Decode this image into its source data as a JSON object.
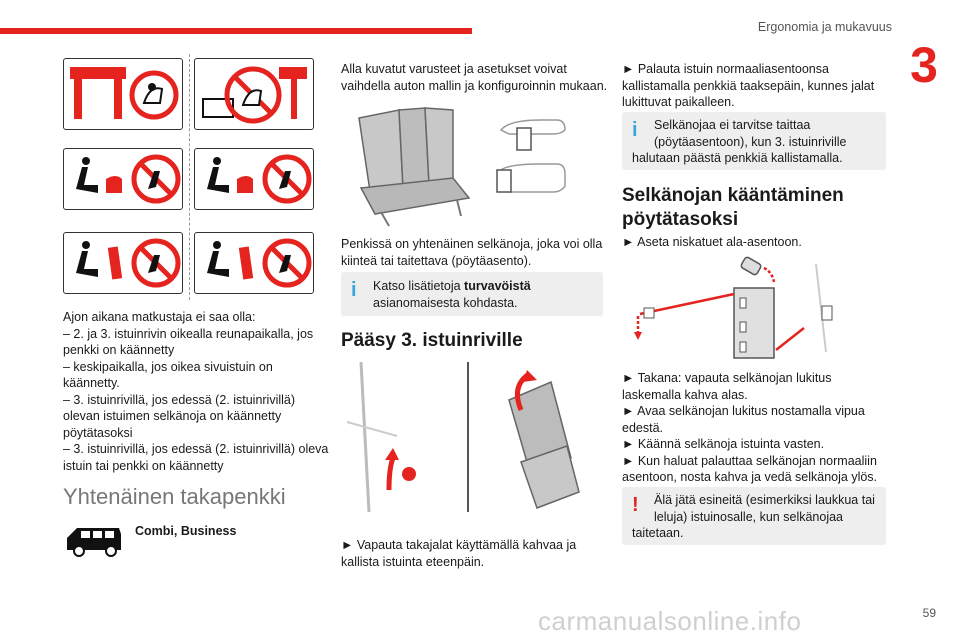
{
  "header": {
    "title": "Ergonomia ja mukavuus",
    "chapter": "3"
  },
  "left": {
    "text_lines": [
      "Ajon aikana matkustaja ei saa olla:",
      "–  2. ja 3. istuinrivin oikealla reunapaikalla, jos",
      "penkki on käännetty",
      "–  keskipaikalla, jos oikea sivuistuin on",
      "käännetty.",
      "–  3. istuinrivillä, jos edessä (2. istuinrivillä)",
      "olevan istuimen selkänoja on käännetty",
      "pöytätasoksi",
      "–  3. istuinrivillä, jos edessä (2. istuinrivillä) oleva",
      "istuin tai penkki on käännetty"
    ],
    "section_title": "Yhtenäinen takapenkki",
    "models_a": "Combi",
    "models_sep": ", ",
    "models_b": "Business"
  },
  "middle": {
    "intro_lines": [
      "Alla kuvatut varusteet ja asetukset voivat",
      "vaihdella auton mallin ja konfiguroinnin mukaan."
    ],
    "bench_lines": [
      "Penkissä on yhtenäinen selkänoja, joka voi olla",
      "kiinteä tai taitettava (pöytäasento)."
    ],
    "info1_a": "Katso lisätietoja ",
    "info1_bold": "turvavöistä",
    "info1_b": "asianomaisesta kohdasta.",
    "section_title": "Pääsy 3. istuinriville",
    "step_lines": [
      "►  Vapauta takajalat käyttämällä kahvaa ja",
      "kallista istuinta eteenpäin."
    ]
  },
  "right": {
    "intro_lines": [
      "►  Palauta istuin normaaliasentoonsa",
      "kallistamalla penkkiä taaksepäin, kunnes jalat",
      "lukittuvat paikalleen."
    ],
    "info_lines": [
      "Selkänojaa ei tarvitse taittaa",
      "(pöytäasentoon), kun 3. istuinriville",
      "halutaan päästä penkkiä kallistamalla."
    ],
    "section_title_lines": [
      "Selkänojan kääntäminen",
      "pöytätasoksi"
    ],
    "step1": "►  Aseta niskatuet ala-asentoon.",
    "steps_lines": [
      "►  Takana: vapauta selkänojan lukitus",
      "laskemalla kahva alas.",
      "►  Avaa selkänojan lukitus nostamalla vipua",
      "edestä.",
      "►  Käännä selkänoja istuinta vasten.",
      "►  Kun haluat palauttaa selkänojan normaaliin",
      "asentoon, nosta kahva ja vedä selkänoja ylös."
    ],
    "warn_lines": [
      "Älä jätä esineitä (esimerkiksi laukkua tai",
      "leluja) istuinosalle, kun selkänojaa",
      "taitetaan."
    ]
  },
  "icons": {
    "info": "info-icon",
    "warning": "warning-icon"
  },
  "colors": {
    "accent": "#e52420",
    "info": "#3aa6dd",
    "box": "#eeeeee"
  },
  "footer": {
    "page": "59",
    "watermark": "carmanualsonline.info"
  }
}
